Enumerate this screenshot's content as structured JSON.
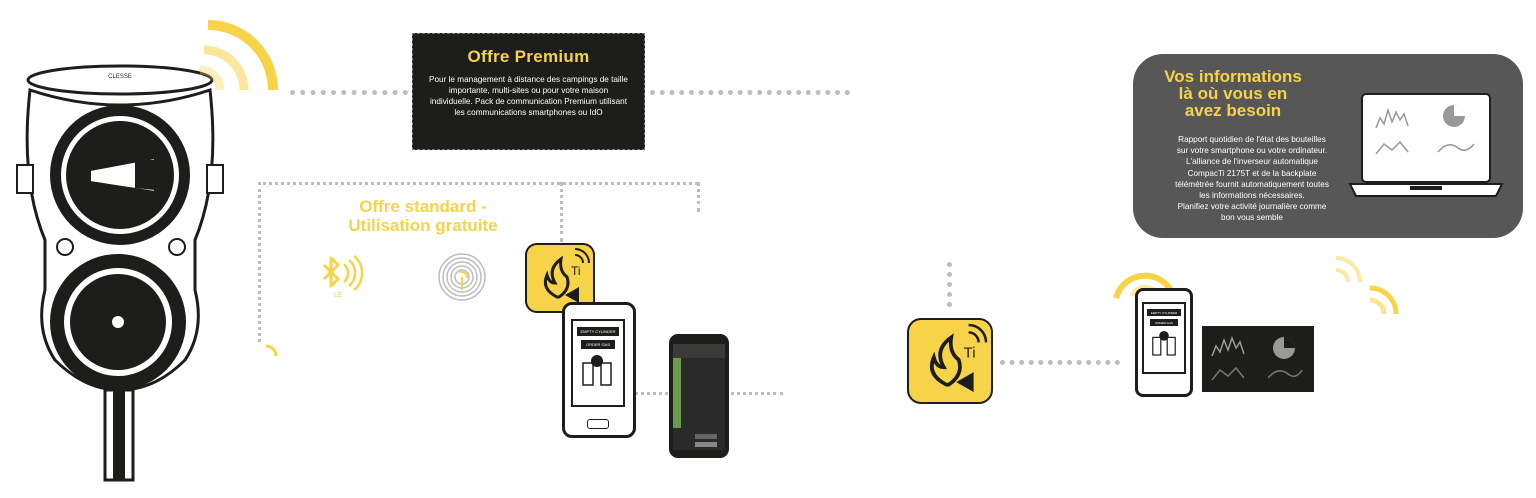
{
  "premium": {
    "title": "Offre Premium",
    "description": "Pour le management à distance des campings de taille importante, multi-sites ou pour votre maison individuelle. Pack de communication Premium utilisant les communications smartphones ou IdO"
  },
  "standard": {
    "title_line1": "Offre standard -",
    "title_line2": "Utilisation gratuite"
  },
  "info": {
    "title_line1": "Vos informations",
    "title_line2": "là où vous en",
    "title_line3": "avez besoin",
    "lines": [
      "Rapport quotidien de l'état des bouteilles",
      "sur votre smartphone ou votre ordinateur.",
      "L'alliance de l'inverseur automatique",
      "CompacTi 2175T et de la backplate",
      "télémétrée fournit automatiquement toutes",
      "les informations nécessaires.",
      "Planifiez votre activité journalière comme",
      "bon vous semble"
    ]
  },
  "device": {
    "brand_label": "CLESSE"
  },
  "icons": {
    "bluetooth_le_label": "LE",
    "ti_label": "Ti"
  },
  "phone_screen": {
    "button1": "EMPTY CYLINDER",
    "button2": "ORDER GAS"
  },
  "colors": {
    "accent": "#f7d34a",
    "dark": "#1d1d1b",
    "panel": "#575757",
    "dots": "#bdbdbd"
  }
}
